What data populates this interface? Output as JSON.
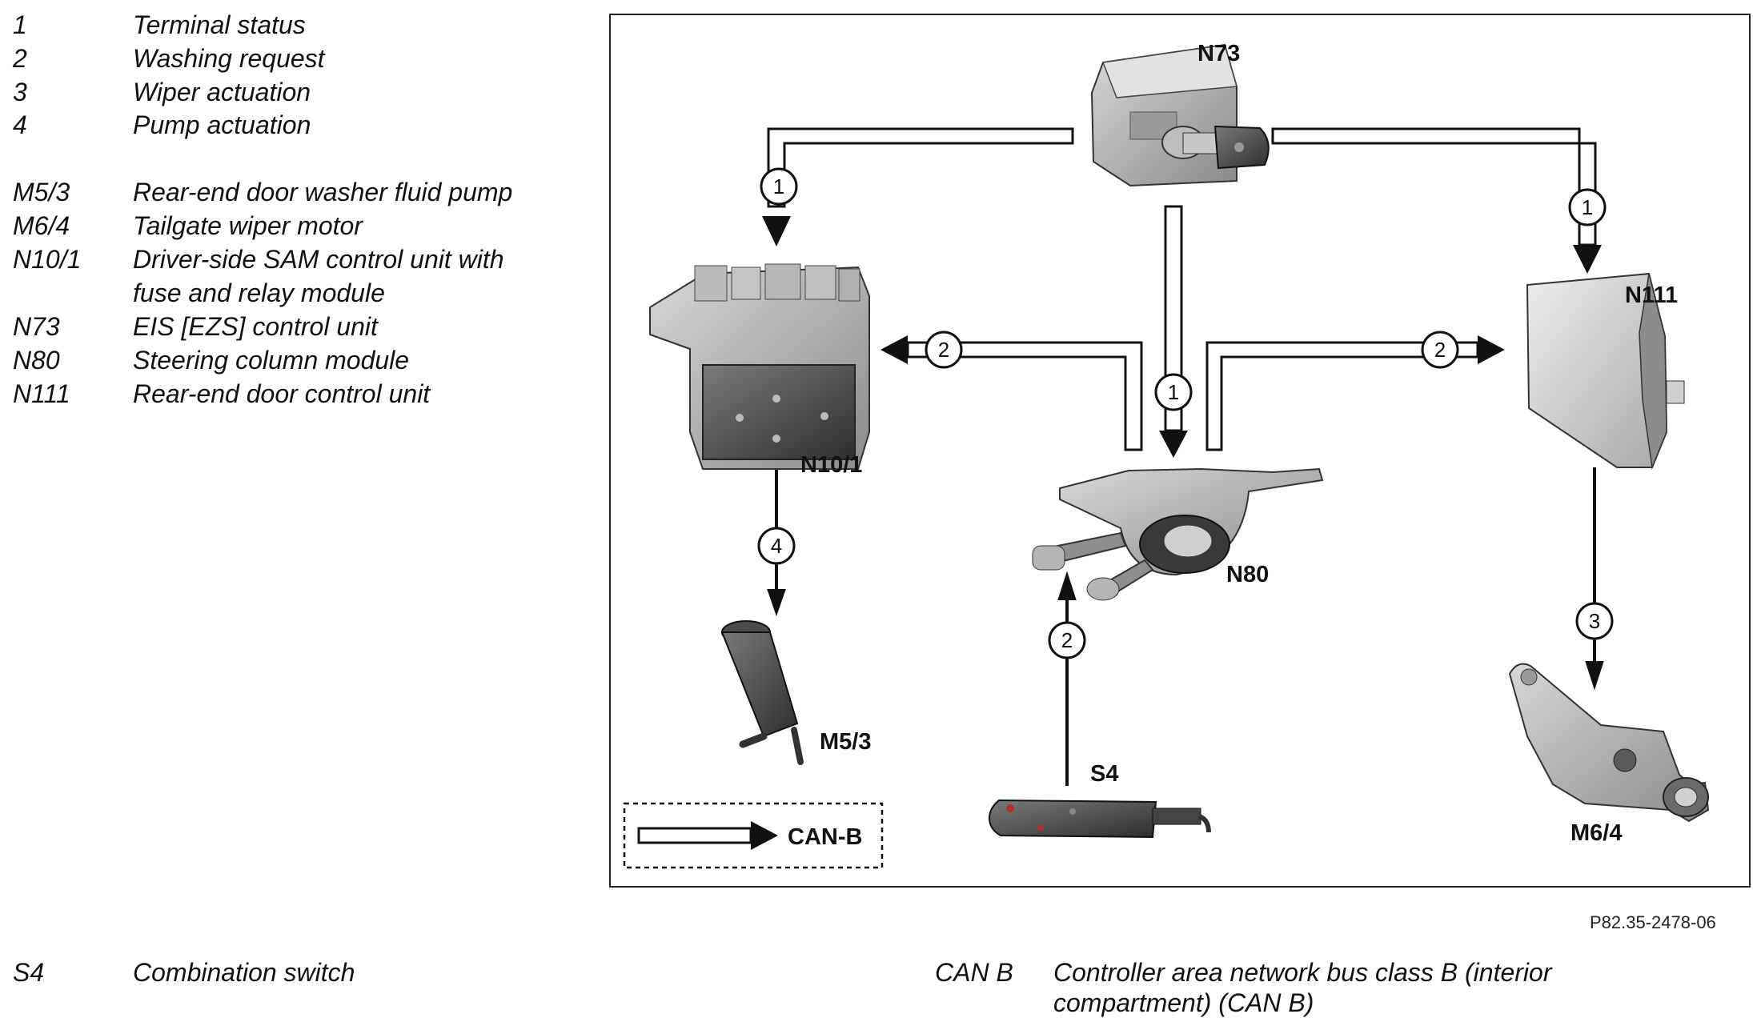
{
  "legend": [
    {
      "code": "1",
      "text": "Terminal status"
    },
    {
      "code": "2",
      "text": "Washing request"
    },
    {
      "code": "3",
      "text": "Wiper actuation"
    },
    {
      "code": "4",
      "text": "Pump actuation"
    },
    {
      "code": "M5/3",
      "text": "Rear-end door washer fluid pump"
    },
    {
      "code": "M6/4",
      "text": "Tailgate wiper motor"
    },
    {
      "code": "N10/1",
      "text": "Driver-side SAM control unit with"
    },
    {
      "code": "",
      "text": "fuse and relay module"
    },
    {
      "code": "N73",
      "text": "EIS [EZS] control unit"
    },
    {
      "code": "N80",
      "text": "Steering column module"
    },
    {
      "code": "N111",
      "text": "Rear-end door control unit"
    }
  ],
  "components": {
    "n73": "N73",
    "n10_1": "N10/1",
    "n111": "N111",
    "n80": "N80",
    "m5_3": "M5/3",
    "s4": "S4",
    "m6_4": "M6/4"
  },
  "signals": {
    "n73_to_n10": "1",
    "n73_to_n111": "1",
    "n73_to_n80": "1",
    "n80_to_n10": "2",
    "n80_to_n111": "2",
    "s4_to_n80": "2",
    "n10_to_m5": "4",
    "n111_to_m6": "3"
  },
  "key_label": "CAN-B",
  "figure_id": "P82.35-2478-06",
  "footer": {
    "left_code": "S4",
    "left_text": "Combination switch",
    "right_code": "CAN B",
    "right_text_line1": "Controller area network bus class B (interior",
    "right_text_line2": "compartment) (CAN B)"
  }
}
